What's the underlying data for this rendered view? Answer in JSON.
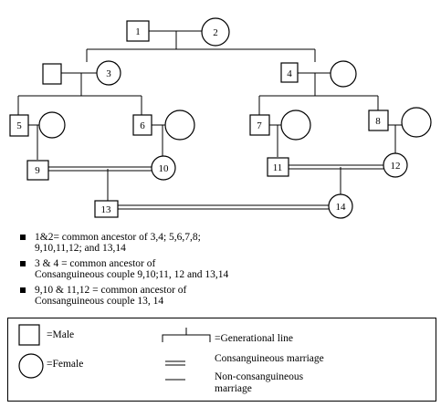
{
  "pedigree": {
    "individuals": [
      {
        "id": "1",
        "sex": "male"
      },
      {
        "id": "2",
        "sex": "female"
      },
      {
        "id": "3",
        "sex": "female"
      },
      {
        "id": "4",
        "sex": "male"
      },
      {
        "id": "5",
        "sex": "male"
      },
      {
        "id": "6",
        "sex": "male"
      },
      {
        "id": "7",
        "sex": "male"
      },
      {
        "id": "8",
        "sex": "male"
      },
      {
        "id": "9",
        "sex": "male"
      },
      {
        "id": "10",
        "sex": "female"
      },
      {
        "id": "11",
        "sex": "male"
      },
      {
        "id": "12",
        "sex": "female"
      },
      {
        "id": "13",
        "sex": "male"
      },
      {
        "id": "14",
        "sex": "female"
      }
    ]
  },
  "notes": [
    "1&2= common ancestor of 3,4; 5,6,7,8;\n9,10,11,12; and 13,14",
    "3 & 4 = common ancestor of\nConsanguineous couple 9,10;11, 12 and 13,14",
    "9,10    & 11,12    = common ancestor of\nConsanguineous couple 13, 14"
  ],
  "legend": {
    "male": "=Male",
    "female": "=Female",
    "generational": "=Generational line",
    "consanguineous": "Consanguineous marriage",
    "non_consanguineous": "Non-consanguineous\nmarriage"
  }
}
